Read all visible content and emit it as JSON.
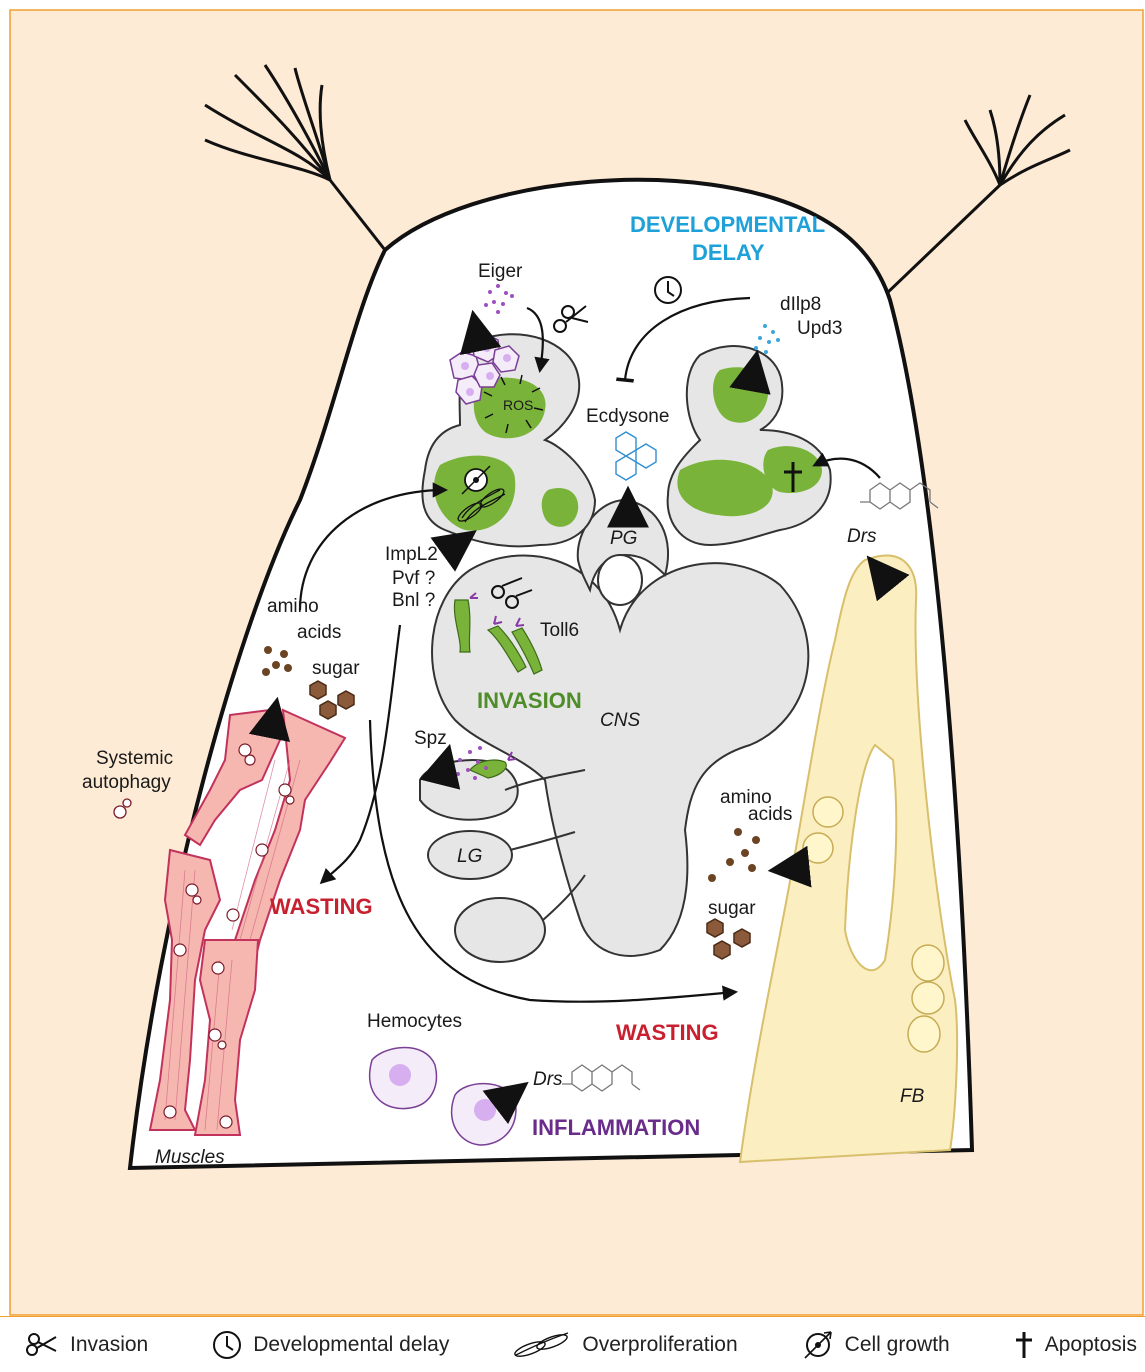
{
  "colors": {
    "background": "#fdebd6",
    "border": "#f0a030",
    "tissue": "#e6e6e6",
    "tumor": "#7ab33a",
    "muscle": "#f6b7b0",
    "muscle_outline": "#c2335c",
    "fat_body": "#fbefc2",
    "fat_body_outline": "#d8bf6c",
    "hemocyte": "#f4ecf8",
    "hemocyte_core": "#d7aef0",
    "nutrient": "#6b4423",
    "blue_heading": "#1ea1d9",
    "red_heading": "#c8202f",
    "green_heading": "#4f8d2a",
    "purple_heading": "#6a2c8a"
  },
  "headings": {
    "developmental_delay_1": "DEVELOPMENTAL",
    "developmental_delay_2": "DELAY",
    "invasion": "INVASION",
    "wasting_left": "WASTING",
    "wasting_bottom": "WASTING",
    "inflammation": "INFLAMMATION"
  },
  "labels": {
    "eiger": "Eiger",
    "ros": "ROS",
    "dilp8": "dIlp8",
    "upd3": "Upd3",
    "ecdysone": "Ecdysone",
    "impl2": "ImpL2",
    "pvf": "Pvf ?",
    "bnl": "Bnl ?",
    "pg": "PG",
    "drs_top": "Drs",
    "toll6": "Toll6",
    "cns": "CNS",
    "spz": "Spz",
    "lg": "LG",
    "amino_acids_left_1": "amino",
    "amino_acids_left_2": "acids",
    "sugar_left": "sugar",
    "systemic_autophagy_1": "Systemic",
    "systemic_autophagy_2": "autophagy",
    "amino_acids_right_1": "amino",
    "amino_acids_right_2": "acids",
    "sugar_right": "sugar",
    "hemocytes": "Hemocytes",
    "drs_bottom": "Drs",
    "fb": "FB",
    "muscles": "Muscles"
  },
  "legend": [
    {
      "icon": "scissors-icon",
      "label": "Invasion"
    },
    {
      "icon": "clock-icon",
      "label": "Developmental delay"
    },
    {
      "icon": "dividing-cell-icon",
      "label": "Overproliferation"
    },
    {
      "icon": "cell-growth-icon",
      "label": "Cell growth"
    },
    {
      "icon": "cross-icon",
      "label": "Apoptosis"
    }
  ]
}
